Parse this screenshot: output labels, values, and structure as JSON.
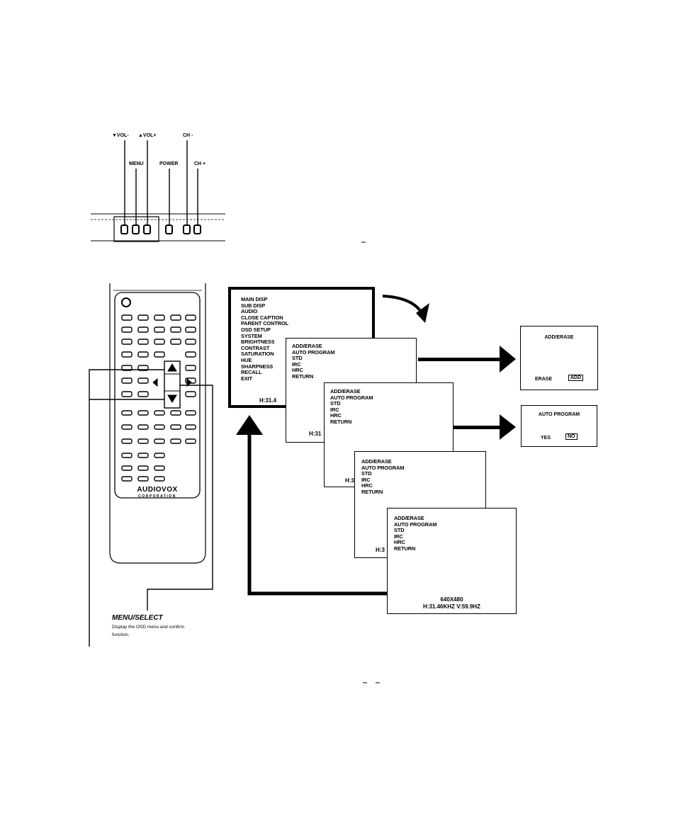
{
  "panel": {
    "labels": {
      "vol_minus": "▼VOL-",
      "vol_plus": "▲VOL+",
      "menu": "MENU",
      "power": "POWER",
      "ch_minus": "CH -",
      "ch_plus": "CH +"
    }
  },
  "remote": {
    "brand": "AUDIOVOX",
    "brand_sub": "CORPORATION"
  },
  "main_menu": {
    "items": [
      "MAIN DISP",
      "SUB DISP",
      "AUDIO",
      "CLOSE CAPTION",
      "PARENT CONTROL",
      "OSD SETUP",
      "SYSTEM",
      "BRIGHTNESS",
      "CONTRAST",
      "SATURATION",
      "HUE",
      "SHARPNESS",
      "RECALL",
      "EXIT"
    ],
    "selected_index": 6,
    "footer": "H:31.4"
  },
  "sub_menus": [
    {
      "items": [
        "ADD/ERASE",
        "AUTO PROGRAM",
        "STD",
        "IRC",
        "HRC",
        "RETURN"
      ],
      "selected_index": 0,
      "footer": "H:31"
    },
    {
      "items": [
        "ADD/ERASE",
        "AUTO PROGRAM",
        "STD",
        "IRC",
        "HRC",
        "RETURN"
      ],
      "selected_index": 1,
      "footer": "H:3"
    },
    {
      "items": [
        "ADD/ERASE",
        "AUTO PROGRAM",
        "STD",
        "IRC",
        "HRC",
        "RETURN"
      ],
      "selected_index": -1,
      "footer": "H:3"
    },
    {
      "items": [
        "ADD/ERASE",
        "AUTO PROGRAM",
        "STD",
        "IRC",
        "HRC",
        "RETURN"
      ],
      "selected_index": 5,
      "footer": "H:3",
      "resolution": "640X480",
      "frequency": "H:31.46KHZ V:59.9HZ"
    }
  ],
  "add_erase_box": {
    "title": "ADD/ERASE",
    "option_left": "ERASE",
    "option_right": "ADD"
  },
  "auto_program_box": {
    "title": "AUTO PROGRAM",
    "option_left": "YES",
    "option_right": "NO"
  },
  "menu_select": {
    "title": "MENU/SELECT",
    "description": "Display the OSD menu and confirm function."
  }
}
